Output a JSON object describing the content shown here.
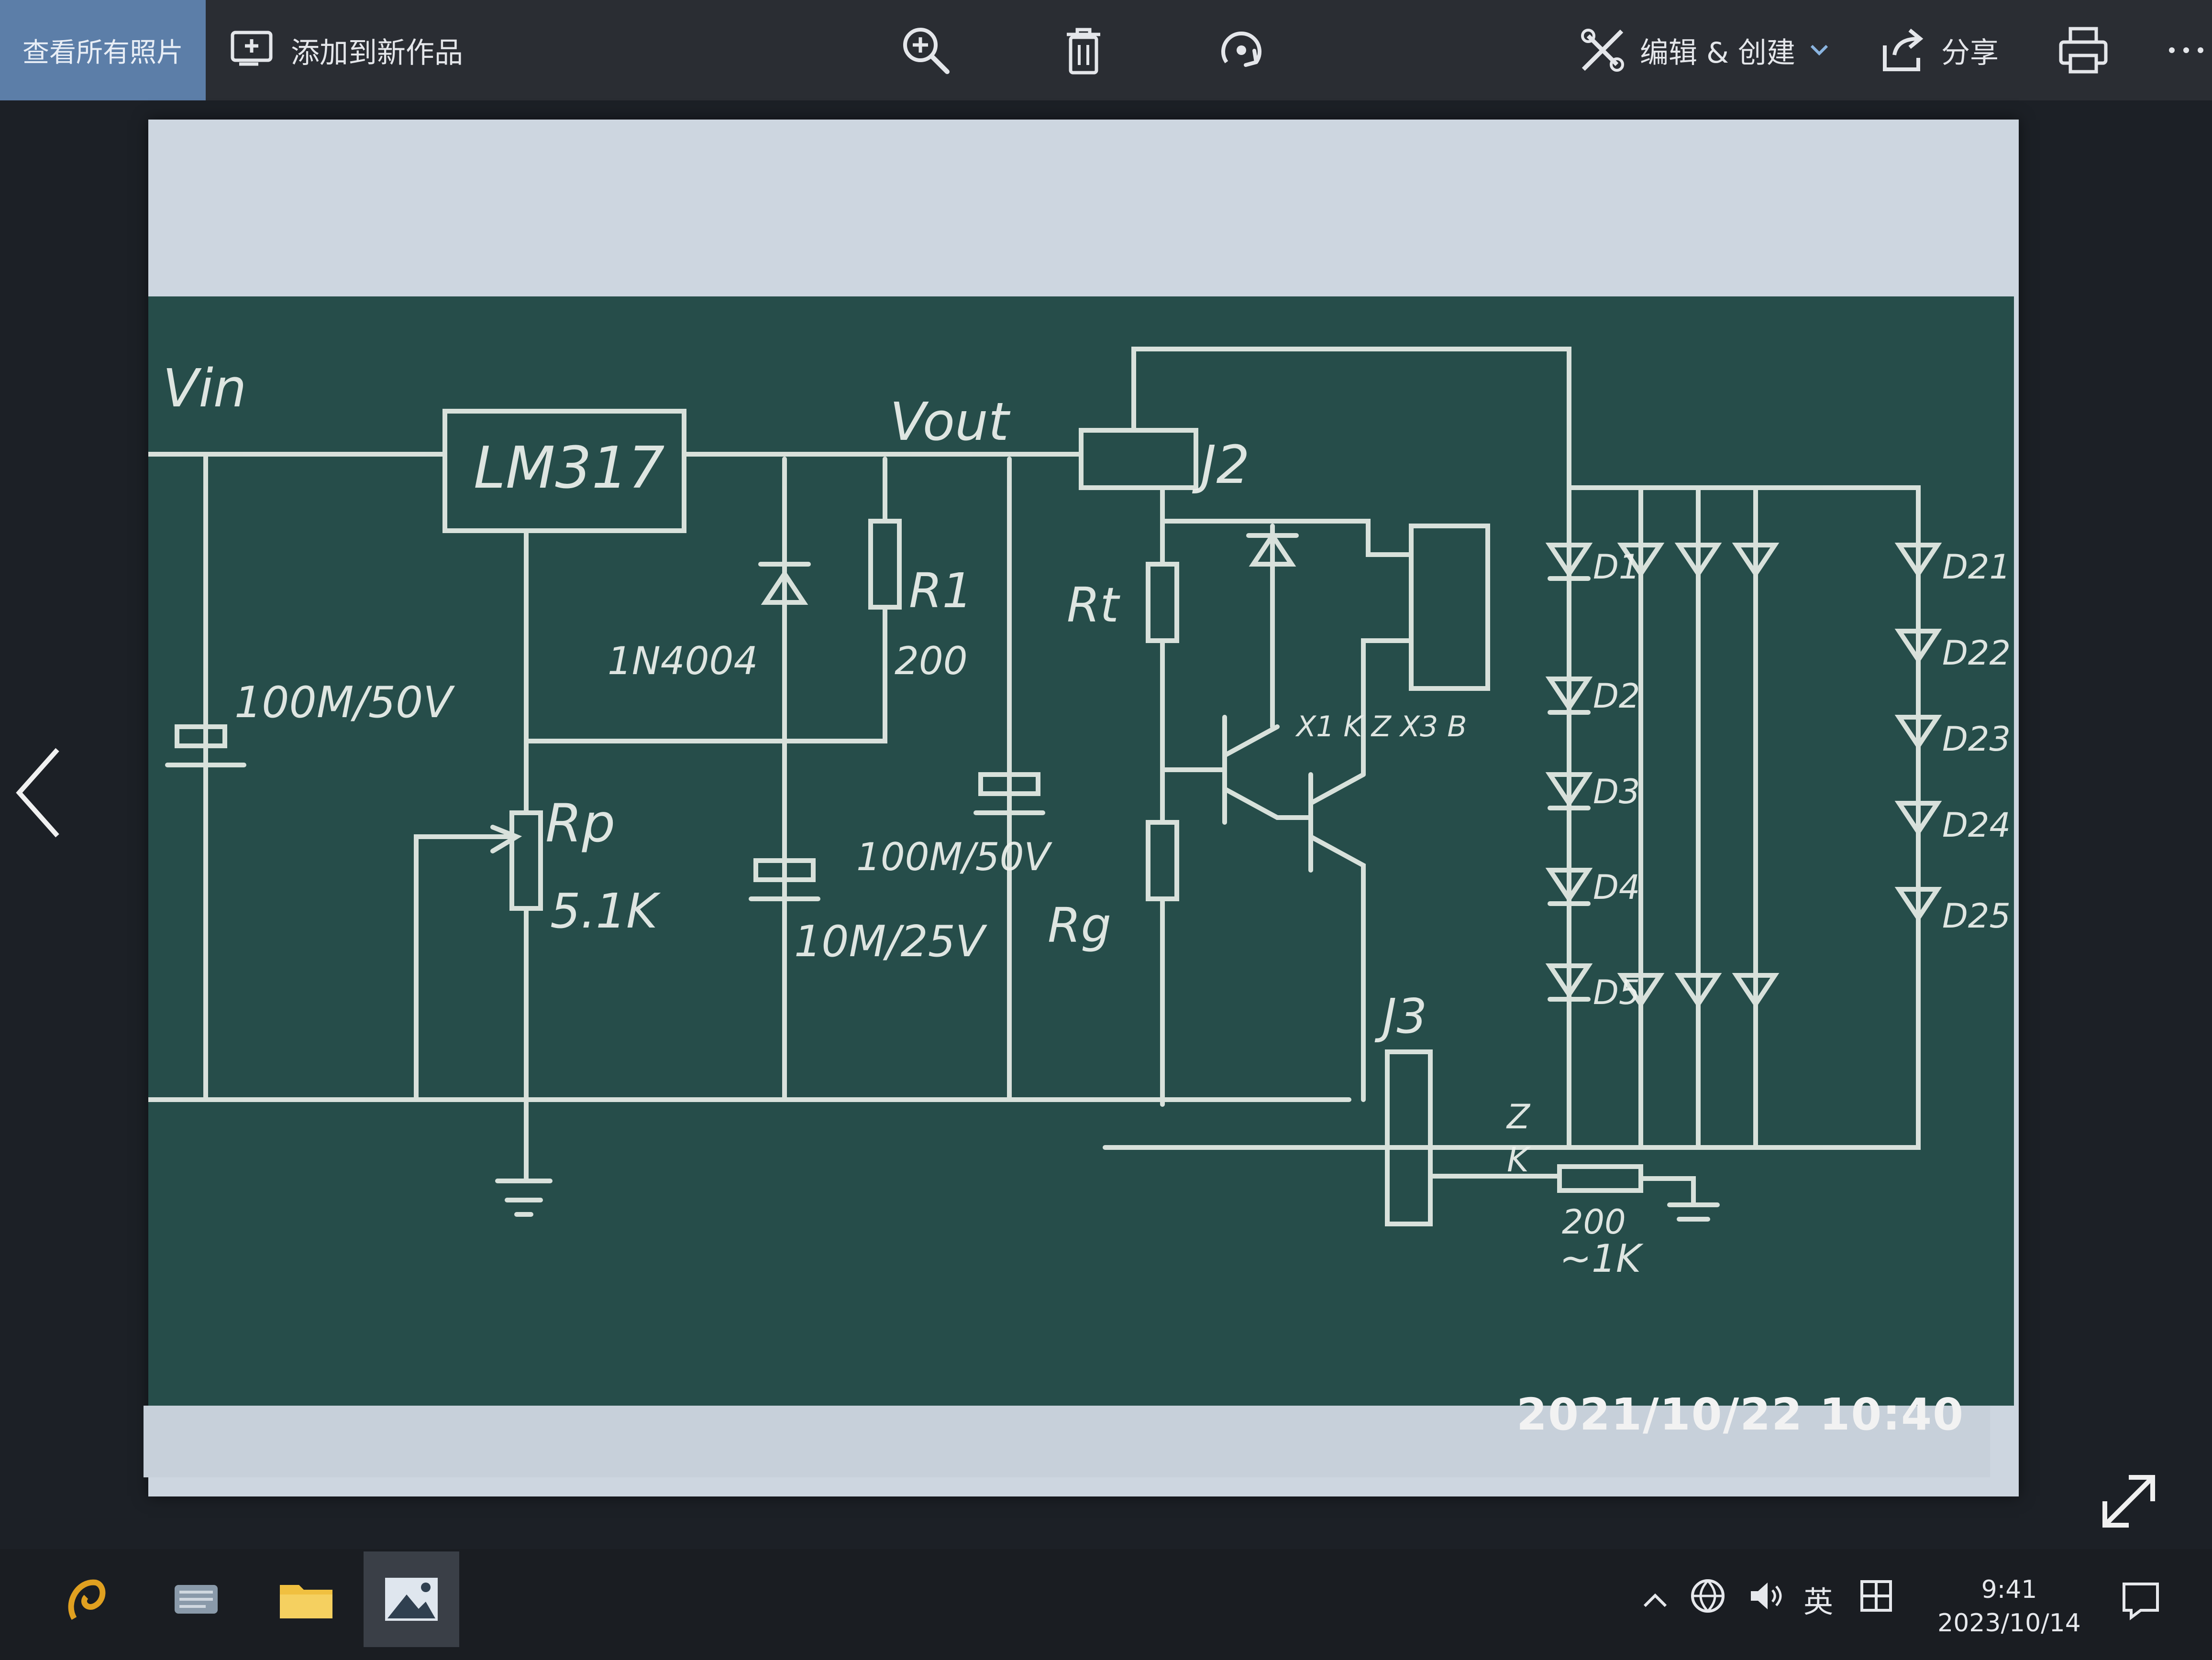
{
  "toolbar": {
    "view_all_label": "查看所有照片",
    "add_to_new_label": "添加到新作品",
    "edit_create_label": "编辑 & 创建",
    "share_label": "分享",
    "icons": {
      "add": "add-to-creation-icon",
      "zoom": "zoom-in-icon",
      "delete": "trash-icon",
      "rotate": "rotate-icon",
      "edit": "edit-create-icon",
      "dropdown": "chevron-down-icon",
      "share": "share-icon",
      "print": "print-icon",
      "more": "more-icon"
    }
  },
  "photo": {
    "timestamp": "2021/10/22  10:40",
    "board_labels": {
      "vin": "Vin",
      "regulator": "LM317",
      "vout": "Vout",
      "j2": "J2",
      "cap1": "100M/50V",
      "diode": "1N4004",
      "r1": "R1",
      "r1_value": "200",
      "rp": "Rp",
      "rp_value": "5.1K",
      "cap2": "10M/25V",
      "cap3": "100M/50V",
      "rt": "Rt",
      "rg": "Rg",
      "j3": "J3",
      "resistor_range_top": "200",
      "resistor_range_bottom": "~1K",
      "connector_pins": "X1 K Z X3 B",
      "d1": "D1",
      "d2": "D2",
      "d3": "D3",
      "d4": "D4",
      "d5": "D5",
      "d21": "D21",
      "d22": "D22",
      "d23": "D23",
      "d24": "D24",
      "d25": "D25",
      "k_label": "K",
      "z_label": "Z"
    }
  },
  "taskbar": {
    "apps": [
      {
        "name": "app-icon-1"
      },
      {
        "name": "app-icon-2"
      },
      {
        "name": "file-explorer-icon"
      },
      {
        "name": "photos-app-icon"
      }
    ],
    "tray": {
      "input_method": "英",
      "time": "9:41",
      "date": "2023/10/14"
    }
  },
  "colors": {
    "toolbar_bg": "#2a2d33",
    "view_all_bg": "#5c7ea8",
    "board": "#264d4a",
    "chalk": "#e8eee8"
  }
}
